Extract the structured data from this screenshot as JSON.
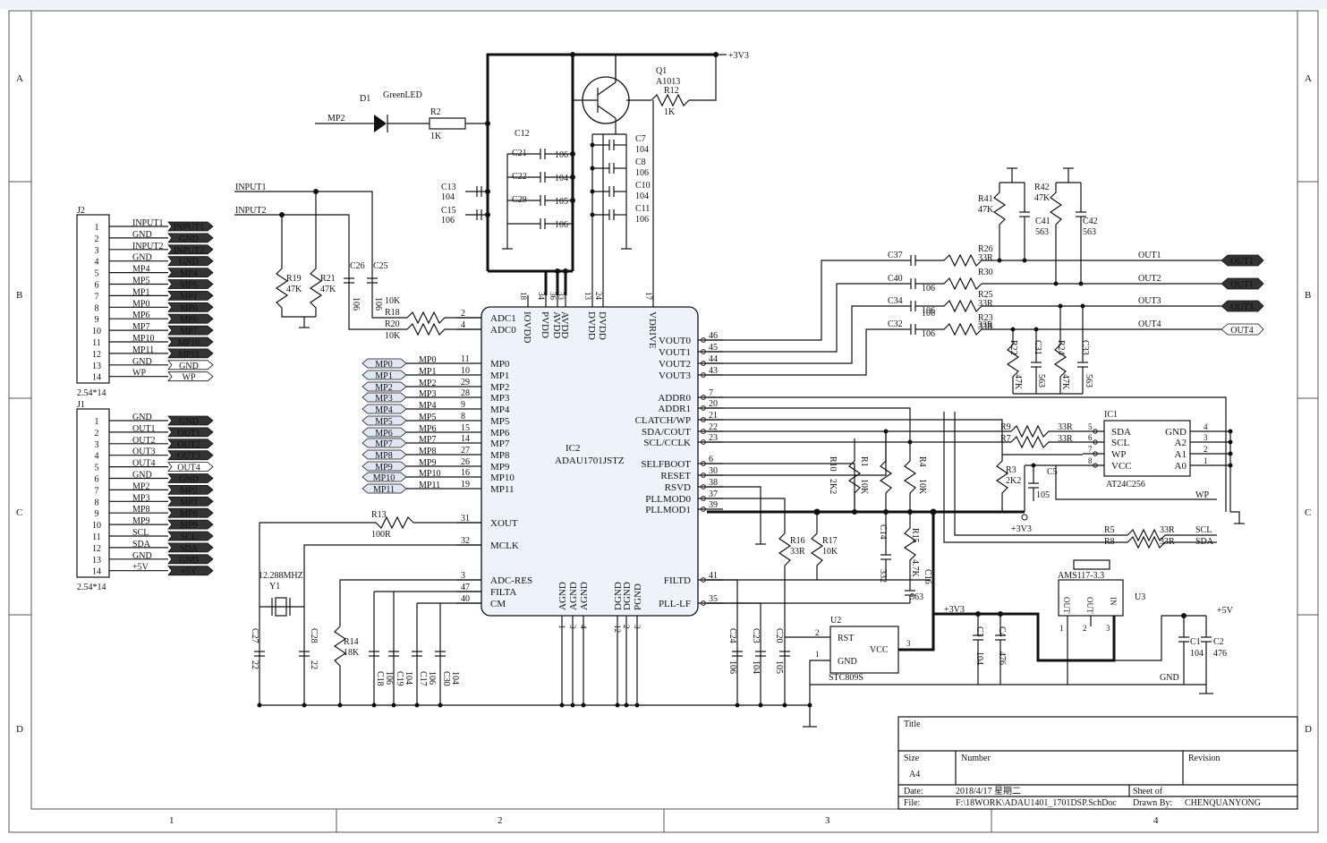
{
  "border": {
    "rows": [
      "A",
      "B",
      "C",
      "D"
    ],
    "cols": [
      "1",
      "2",
      "3",
      "4"
    ]
  },
  "ic2": {
    "ref": "IC2",
    "part": "ADAU1701JSTZ",
    "left_pins": [
      {
        "num": "2",
        "name": "ADC1"
      },
      {
        "num": "4",
        "name": "ADC0"
      },
      {
        "num": "11",
        "name": "MP0"
      },
      {
        "num": "10",
        "name": "MP1"
      },
      {
        "num": "29",
        "name": "MP2"
      },
      {
        "num": "28",
        "name": "MP3"
      },
      {
        "num": "9",
        "name": "MP4"
      },
      {
        "num": "8",
        "name": "MP5"
      },
      {
        "num": "15",
        "name": "MP6"
      },
      {
        "num": "14",
        "name": "MP7"
      },
      {
        "num": "27",
        "name": "MP8"
      },
      {
        "num": "26",
        "name": "MP9"
      },
      {
        "num": "16",
        "name": "MP10"
      },
      {
        "num": "19",
        "name": "MP11"
      },
      {
        "num": "31",
        "name": "XOUT"
      },
      {
        "num": "32",
        "name": "MCLK"
      },
      {
        "num": "3",
        "name": "ADC-RES"
      },
      {
        "num": "47",
        "name": "FILTA"
      },
      {
        "num": "40",
        "name": "CM"
      }
    ],
    "right_pins": [
      {
        "num": "46",
        "name": "VOUT0"
      },
      {
        "num": "45",
        "name": "VOUT1"
      },
      {
        "num": "44",
        "name": "VOUT2"
      },
      {
        "num": "43",
        "name": "VOUT3"
      },
      {
        "num": "7",
        "name": "ADDR0"
      },
      {
        "num": "20",
        "name": "ADDR1"
      },
      {
        "num": "21",
        "name": "CLATCH/WP"
      },
      {
        "num": "22",
        "name": "SDA/COUT"
      },
      {
        "num": "23",
        "name": "SCL/CCLK"
      },
      {
        "num": "6",
        "name": "SELFBOOT"
      },
      {
        "num": "30",
        "name": "RESET"
      },
      {
        "num": "38",
        "name": "RSVD"
      },
      {
        "num": "37",
        "name": "PLLMOD0"
      },
      {
        "num": "39",
        "name": "PLLMOD1"
      },
      {
        "num": "41",
        "name": "FILTD"
      },
      {
        "num": "35",
        "name": "PLL-LF"
      }
    ],
    "top_pins": [
      {
        "num": "18",
        "name": "IOVDD"
      },
      {
        "num": "34",
        "name": "PVDD"
      },
      {
        "num": "36",
        "name": "AVDD"
      },
      {
        "num": "33",
        "name": "AVDD"
      },
      {
        "num": "13",
        "name": "DVDD"
      },
      {
        "num": "24",
        "name": "DVDD"
      },
      {
        "num": "17",
        "name": "VDRIVE"
      }
    ],
    "bottom_pins": [
      {
        "num": "1",
        "name": "AGND"
      },
      {
        "num": "3",
        "name": "AGND"
      },
      {
        "num": "4",
        "name": "AGND"
      },
      {
        "num": "12",
        "name": "DGND"
      },
      {
        "num": "2",
        "name": "DGND"
      },
      {
        "num": "3",
        "name": "PGND"
      }
    ]
  },
  "j2": {
    "ref": "J2",
    "footprint": "2.54*14",
    "pins": [
      {
        "num": "1",
        "net": "INPUT1",
        "tag": "INPUT1"
      },
      {
        "num": "2",
        "net": "GND",
        "tag": "GND"
      },
      {
        "num": "3",
        "net": "INPUT2",
        "tag": "INPUT2"
      },
      {
        "num": "4",
        "net": "GND",
        "tag": "GND"
      },
      {
        "num": "5",
        "net": "MP4",
        "tag": "MP4"
      },
      {
        "num": "6",
        "net": "MP5",
        "tag": "MP5"
      },
      {
        "num": "7",
        "net": "MP1",
        "tag": "MP1"
      },
      {
        "num": "8",
        "net": "MP0",
        "tag": "MP0"
      },
      {
        "num": "9",
        "net": "MP6",
        "tag": "MP6"
      },
      {
        "num": "10",
        "net": "MP7",
        "tag": "MP7"
      },
      {
        "num": "11",
        "net": "MP10",
        "tag": "MP10"
      },
      {
        "num": "12",
        "net": "MP11",
        "tag": "MP11"
      },
      {
        "num": "13",
        "net": "GND",
        "tag": "GND"
      },
      {
        "num": "14",
        "net": "WP",
        "tag": "WP"
      }
    ]
  },
  "j1": {
    "ref": "J1",
    "footprint": "2.54*14",
    "pins": [
      {
        "num": "1",
        "net": "GND",
        "tag": "GND"
      },
      {
        "num": "2",
        "net": "OUT1",
        "tag": "OUT1"
      },
      {
        "num": "3",
        "net": "OUT2",
        "tag": "OUT2"
      },
      {
        "num": "4",
        "net": "OUT3",
        "tag": "OUT3"
      },
      {
        "num": "5",
        "net": "OUT4",
        "tag": "OUT4"
      },
      {
        "num": "6",
        "net": "GND",
        "tag": "GND"
      },
      {
        "num": "7",
        "net": "MP2",
        "tag": "MP2"
      },
      {
        "num": "8",
        "net": "MP3",
        "tag": "MP3"
      },
      {
        "num": "9",
        "net": "MP8",
        "tag": "MP8"
      },
      {
        "num": "10",
        "net": "MP9",
        "tag": "MP9"
      },
      {
        "num": "11",
        "net": "SCL",
        "tag": "SCL"
      },
      {
        "num": "12",
        "net": "SDA",
        "tag": "SDA"
      },
      {
        "num": "13",
        "net": "GND",
        "tag": "GND"
      },
      {
        "num": "14",
        "net": "+5V",
        "tag": "+5V"
      }
    ]
  },
  "mp_ports": {
    "tags": [
      "MP0",
      "MP1",
      "MP2",
      "MP3",
      "MP4",
      "MP5",
      "MP6",
      "MP7",
      "MP8",
      "MP9",
      "MP10",
      "MP11"
    ],
    "nets": [
      "MP0",
      "MP1",
      "MP2",
      "MP3",
      "MP4",
      "MP5",
      "MP6",
      "MP7",
      "MP8",
      "MP9",
      "MP10",
      "MP11"
    ]
  },
  "power": {
    "v33": "+3V3",
    "v5": "+5V",
    "gnd": "GND",
    "q1_ref": "Q1",
    "q1_part": "A1013",
    "r12_ref": "R12",
    "r12_val": "1K",
    "d1_ref": "D1",
    "d1_part": "GreenLED",
    "mp2": "MP2",
    "r2_ref": "R2",
    "r2_val": "1K",
    "caps_mid": [
      {
        "ref": "C12",
        "val": ""
      },
      {
        "ref": "C21",
        "val": "106"
      },
      {
        "ref": "C22",
        "val": "104"
      },
      {
        "ref": "C29",
        "val": "105"
      },
      {
        "ref": "",
        "val": "106"
      },
      {
        "ref": "C13",
        "val": "104"
      },
      {
        "ref": "C15",
        "val": "106"
      }
    ],
    "caps_right": [
      {
        "ref": "C7",
        "val": "104"
      },
      {
        "ref": "C8",
        "val": "106"
      },
      {
        "ref": "C10",
        "val": "104"
      },
      {
        "ref": "C11",
        "val": "106"
      }
    ]
  },
  "input": {
    "input1": "INPUT1",
    "input2": "INPUT2",
    "r19": "R19",
    "r19v": "47K",
    "r21": "R21",
    "r21v": "47K",
    "c26": "C26",
    "c26v": "106",
    "c25": "C25",
    "c25v": "106",
    "r18": "R18",
    "r18v": "10K",
    "r20": "R20",
    "r20v": "10K",
    "r18v_top": "10K"
  },
  "output": {
    "r41": "R41",
    "r41v": "47K",
    "r42": "R42",
    "r42v": "47K",
    "c41": "C41",
    "c41v": "563",
    "c42": "C42",
    "c42v": "563",
    "rows": [
      {
        "c": "C37",
        "cv": "",
        "r": "R26",
        "rv": "33R",
        "net": "OUT1",
        "tag": "OUT1"
      },
      {
        "c": "C40",
        "cv": "106",
        "r": "R30",
        "rv": "",
        "net": "OUT2",
        "tag": "OUT1"
      },
      {
        "c": "C34",
        "cv": "106",
        "r": "R25",
        "rv": "33R",
        "net": "OUT3",
        "tag": "OUT3"
      },
      {
        "c": "C32",
        "cv": "106",
        "r": "R23",
        "rv": "33R",
        "net": "OUT4",
        "tag": "OUT4"
      }
    ],
    "extra_val_c40": "106",
    "extra_r25": "33R",
    "r22": "R22",
    "r22v": "47K",
    "c31": "C31",
    "c31v": "563",
    "r24": "R24",
    "r24v": "47K",
    "c33": "C33",
    "c33v": "563"
  },
  "eeprom": {
    "ref": "IC1",
    "part": "AT24C256",
    "left": [
      {
        "num": "5",
        "name": "SDA"
      },
      {
        "num": "6",
        "name": "SCL"
      },
      {
        "num": "7",
        "name": "WP"
      },
      {
        "num": "8",
        "name": "VCC"
      }
    ],
    "right": [
      {
        "num": "4",
        "name": "GND"
      },
      {
        "num": "3",
        "name": "A2"
      },
      {
        "num": "2",
        "name": "A1"
      },
      {
        "num": "1",
        "name": "A0"
      }
    ],
    "r9": "R9",
    "r9v": "33R",
    "r7": "R7",
    "r7v": "33R",
    "r3": "R3",
    "r3v": "2K2",
    "c5": "C5",
    "c5v": "105",
    "wp": "WP",
    "v33": "+3V3"
  },
  "boot": {
    "r10": "R10",
    "r10v": "2K2",
    "r1": "R1",
    "r1v": "10K",
    "r4": "R4",
    "r4v": "10K",
    "r16": "R16",
    "r16v": "33R",
    "r17": "R17",
    "r17v": "10K",
    "c14": "C14",
    "c14v": "332",
    "r15": "R15",
    "r15v": "4.7K",
    "c16": "C16",
    "c16v": "563",
    "r5": "R5",
    "r5v": "33R",
    "r8": "R8",
    "r8v": "33R",
    "scl": "SCL",
    "sda": "SDA"
  },
  "clock": {
    "r13": "R13",
    "r13v": "100R",
    "y1": "Y1",
    "y1f": "12.288MHZ",
    "c27": "C27",
    "c27v": "22",
    "c28": "C28",
    "c28v": "22",
    "r14": "R14",
    "r14v": "18K",
    "c18": "C18",
    "c18v": "106",
    "c19": "C19",
    "c19v": "104",
    "c17": "C17",
    "c17v": "106",
    "c30": "C30",
    "c30v": "104"
  },
  "filt": {
    "c24": "C24",
    "c24v": "106",
    "c23": "C23",
    "c23v": "104",
    "c20": "C20",
    "c20v": "105"
  },
  "reset": {
    "ref": "U2",
    "part": "STC809S",
    "rst": "RST",
    "gnd": "GND",
    "vcc": "VCC",
    "p1": "1",
    "p2": "2",
    "p3": "3"
  },
  "reg": {
    "ref": "U3",
    "part": "AMS117-3.3",
    "out": "OUT",
    "out2": "OUT",
    "inp": "IN",
    "c3": "C3",
    "c3v": "104",
    "c4": "C4",
    "c4v": "476",
    "c1": "C1",
    "c1v": "104",
    "c2": "C2",
    "c2v": "476",
    "v33": "+3V3",
    "v5": "+5V",
    "gnd": "GND",
    "p1": "1",
    "p2": "2",
    "p3": "3"
  },
  "title_block": {
    "title_label": "Title",
    "size_label": "Size",
    "size": "A4",
    "number_label": "Number",
    "revision_label": "Revision",
    "date_label": "Date:",
    "date": "2018/4/17 星期二",
    "file_label": "File:",
    "file": "F:\\18WORK\\ADAU1401_1701DSP.SchDoc",
    "sheet_label": "Sheet   of",
    "drawn_label": "Drawn By:",
    "drawn": "CHENQUANYONG"
  }
}
